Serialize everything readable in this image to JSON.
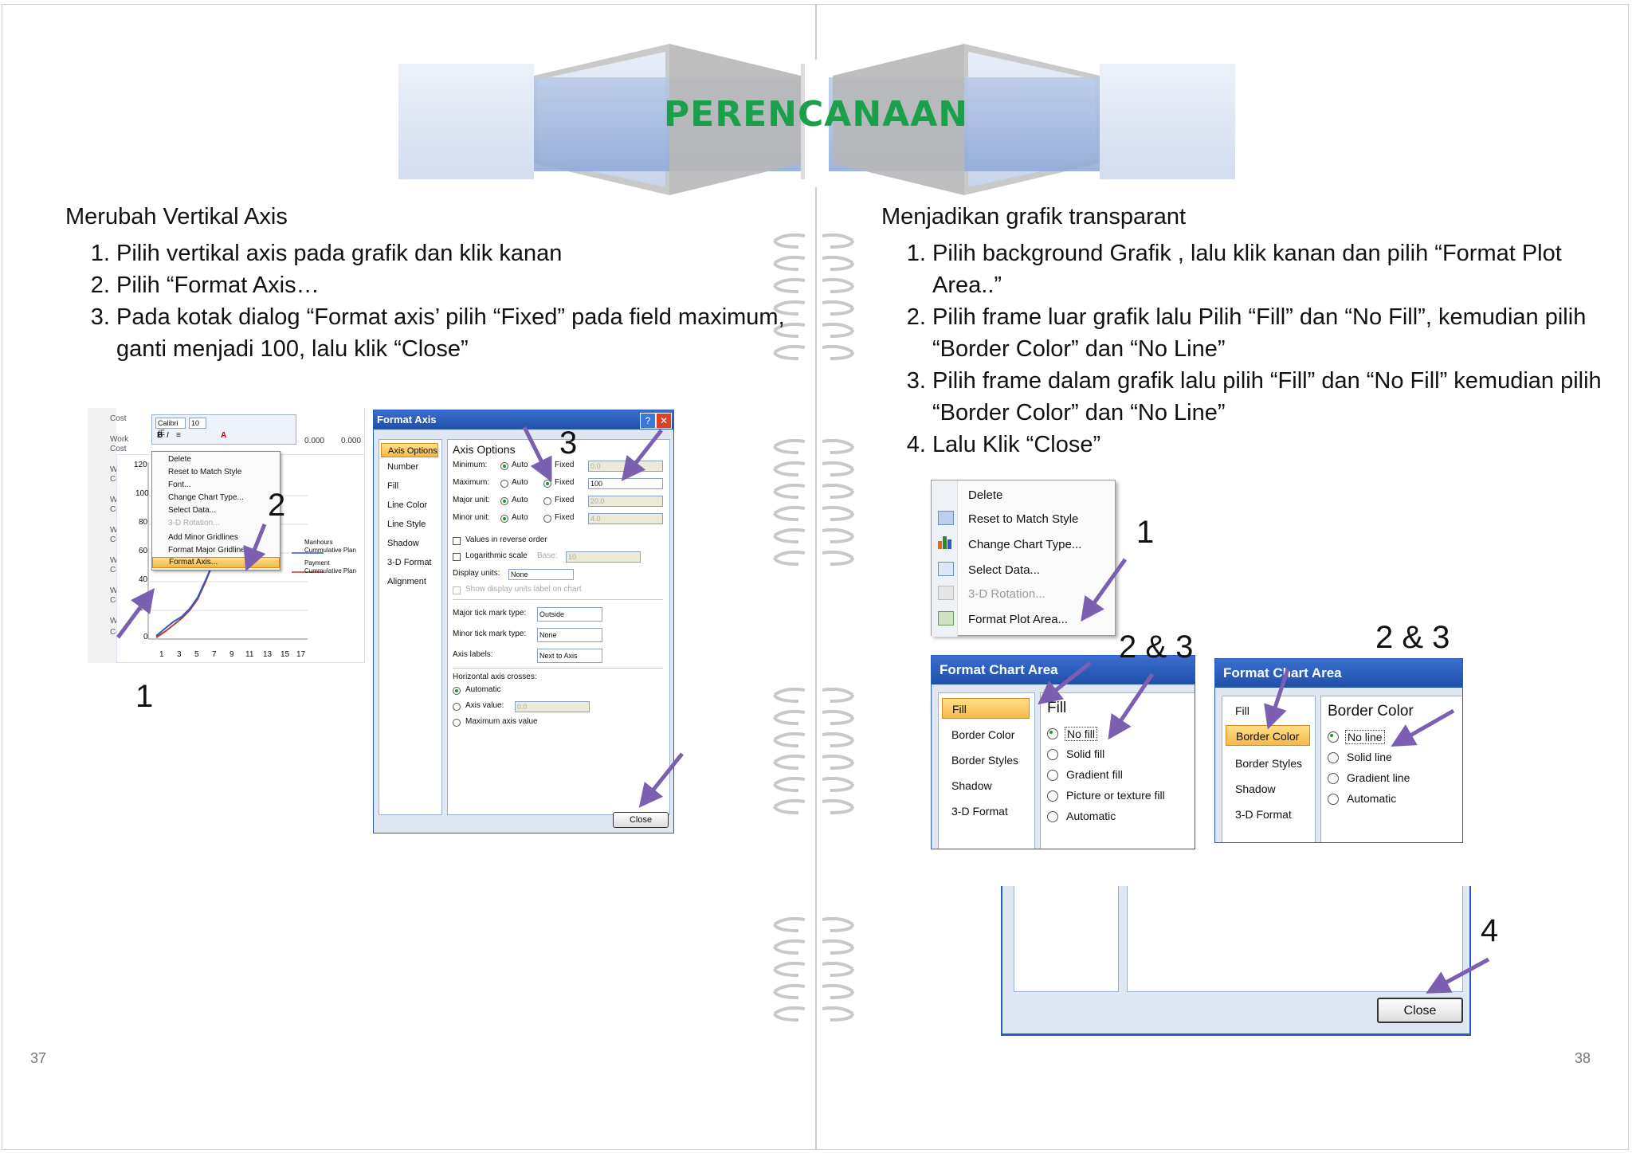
{
  "header": {
    "title": "PERENCANAAN"
  },
  "left": {
    "heading": "Merubah Vertikal Axis",
    "steps": [
      "Pilih vertikal axis pada grafik dan klik kanan",
      "Pilih “Format Axis…",
      "Pada kotak dialog “Format axis’ pilih “Fixed” pada field maximum, ganti menjadi 100, lalu klik “Close”"
    ],
    "page_number": "37",
    "callouts": [
      "1",
      "2",
      "3"
    ],
    "sheet": {
      "row_labels": [
        "Work",
        "Cost",
        "Work",
        "Cost",
        "Work",
        "Cost",
        "Work",
        "Cost",
        "Work",
        "Cost",
        "Work",
        "Cost",
        "Work",
        "Cost",
        "Work",
        "Co"
      ],
      "cells": [
        "0.000",
        "0.000"
      ],
      "y_ticks": [
        "120",
        "100",
        "80",
        "60",
        "40",
        "20",
        "0"
      ],
      "x_ticks": [
        "1",
        "3",
        "5",
        "7",
        "9",
        "11",
        "13",
        "15",
        "17"
      ],
      "legend": [
        "Manhours Cummulative Plan",
        "Payment Cummulative Plan"
      ],
      "font_name": "Calibri (E",
      "font_size": "10"
    },
    "context_menu": [
      "Delete",
      "Reset to Match Style",
      "Font...",
      "Change Chart Type...",
      "Select Data...",
      "3-D Rotation...",
      "Add Minor Gridlines",
      "Format Major Gridlines...",
      "Format Axis..."
    ],
    "dialog": {
      "title": "Format Axis",
      "tabs": [
        "Axis Options",
        "Number",
        "Fill",
        "Line Color",
        "Line Style",
        "Shadow",
        "3-D Format",
        "Alignment"
      ],
      "section": "Axis Options",
      "rows": [
        {
          "label": "Minimum:",
          "auto": "Auto",
          "fixed": "Fixed",
          "value": "0.0"
        },
        {
          "label": "Maximum:",
          "auto": "Auto",
          "fixed": "Fixed",
          "value": "100"
        },
        {
          "label": "Major unit:",
          "auto": "Auto",
          "fixed": "Fixed",
          "value": "20.0"
        },
        {
          "label": "Minor unit:",
          "auto": "Auto",
          "fixed": "Fixed",
          "value": "4.0"
        }
      ],
      "values_reverse": "Values in reverse order",
      "log_scale": "Logarithmic scale",
      "base_label": "Base:",
      "base_value": "10",
      "display_units_label": "Display units:",
      "display_units_value": "None",
      "show_units_label": "Show display units label on chart",
      "major_tick_label": "Major tick mark type:",
      "major_tick_value": "Outside",
      "minor_tick_label": "Minor tick mark type:",
      "minor_tick_value": "None",
      "axis_labels_label": "Axis labels:",
      "axis_labels_value": "Next to Axis",
      "h_cross_label": "Horizontal axis crosses:",
      "h_cross_options": [
        "Automatic",
        "Axis value:",
        "Maximum axis value"
      ],
      "axis_value": "0.0",
      "close": "Close"
    }
  },
  "right": {
    "heading": "Menjadikan grafik transparant",
    "steps": [
      "Pilih background Grafik  , lalu klik kanan dan pilih “Format Plot Area..”",
      "Pilih frame luar grafik lalu Pilih “Fill” dan “No Fill”, kemudian pilih “Border Color” dan “No Line”",
      "Pilih frame dalam grafik lalu pilih “Fill” dan “No Fill” kemudian pilih “Border Color” dan “No Line”",
      "Lalu Klik “Close”"
    ],
    "page_number": "38",
    "callouts": [
      "1",
      "2 & 3",
      "2 & 3",
      "4"
    ],
    "context_menu": [
      "Delete",
      "Reset to Match Style",
      "Change Chart Type...",
      "Select Data...",
      "3-D Rotation...",
      "Format Plot Area..."
    ],
    "dialog_fill": {
      "title": "Format Chart Area",
      "tabs": [
        "Fill",
        "Border Color",
        "Border Styles",
        "Shadow",
        "3-D Format"
      ],
      "section": "Fill",
      "options": [
        "No fill",
        "Solid fill",
        "Gradient fill",
        "Picture or texture fill",
        "Automatic"
      ]
    },
    "dialog_border": {
      "title": "Format Chart Area",
      "tabs": [
        "Fill",
        "Border Color",
        "Border Styles",
        "Shadow",
        "3-D Format"
      ],
      "section": "Border Color",
      "options": [
        "No line",
        "Solid line",
        "Gradient line",
        "Automatic"
      ]
    },
    "close": "Close"
  },
  "colors": {
    "title": "#1aa04a",
    "arrow": "#7b5fb0",
    "dialog_title": "#2a5cc0",
    "selected_tab": "#f6b84a"
  }
}
